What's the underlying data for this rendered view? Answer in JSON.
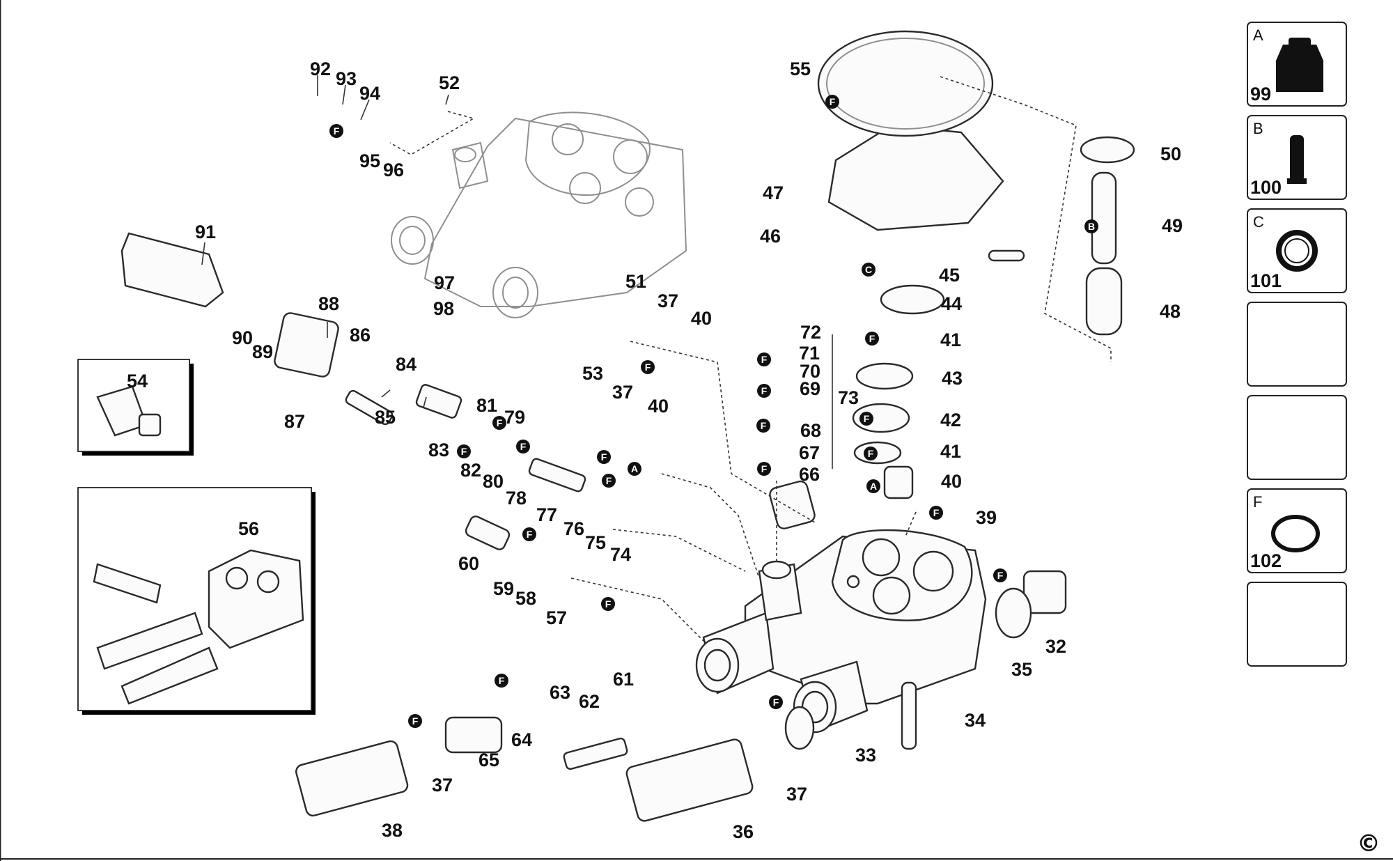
{
  "callouts": [
    {
      "t": "92"
    },
    {
      "t": "93"
    },
    {
      "t": "94"
    },
    {
      "t": "52"
    },
    {
      "t": "95"
    },
    {
      "t": "96"
    },
    {
      "t": "91"
    },
    {
      "t": "97"
    },
    {
      "t": "98"
    },
    {
      "t": "88"
    },
    {
      "t": "90"
    },
    {
      "t": "89"
    },
    {
      "t": "86"
    },
    {
      "t": "87"
    },
    {
      "t": "84"
    },
    {
      "t": "85"
    },
    {
      "t": "54"
    },
    {
      "t": "83"
    },
    {
      "t": "82"
    },
    {
      "t": "81"
    },
    {
      "t": "80"
    },
    {
      "t": "79"
    },
    {
      "t": "78"
    },
    {
      "t": "77"
    },
    {
      "t": "76"
    },
    {
      "t": "75"
    },
    {
      "t": "74"
    },
    {
      "t": "56"
    },
    {
      "t": "60"
    },
    {
      "t": "59"
    },
    {
      "t": "58"
    },
    {
      "t": "57"
    },
    {
      "t": "61"
    },
    {
      "t": "62"
    },
    {
      "t": "63"
    },
    {
      "t": "64"
    },
    {
      "t": "65"
    },
    {
      "t": "37"
    },
    {
      "t": "38"
    },
    {
      "t": "51"
    },
    {
      "t": "37"
    },
    {
      "t": "40"
    },
    {
      "t": "53"
    },
    {
      "t": "37"
    },
    {
      "t": "40"
    },
    {
      "t": "72"
    },
    {
      "t": "71"
    },
    {
      "t": "70"
    },
    {
      "t": "69"
    },
    {
      "t": "73"
    },
    {
      "t": "68"
    },
    {
      "t": "67"
    },
    {
      "t": "66"
    },
    {
      "t": "55"
    },
    {
      "t": "47"
    },
    {
      "t": "46"
    },
    {
      "t": "45"
    },
    {
      "t": "44"
    },
    {
      "t": "41"
    },
    {
      "t": "43"
    },
    {
      "t": "42"
    },
    {
      "t": "41"
    },
    {
      "t": "40"
    },
    {
      "t": "39"
    },
    {
      "t": "50"
    },
    {
      "t": "49"
    },
    {
      "t": "48"
    },
    {
      "t": "35"
    },
    {
      "t": "32"
    },
    {
      "t": "34"
    },
    {
      "t": "33"
    },
    {
      "t": "37"
    },
    {
      "t": "36"
    }
  ],
  "badges": [
    "F",
    "F",
    "F",
    "F",
    "F",
    "F",
    "F",
    "F",
    "F",
    "F",
    "F",
    "F",
    "F",
    "F",
    "F",
    "F",
    "F",
    "F",
    "F",
    "F",
    "F",
    "F",
    "C",
    "B",
    "A",
    "A"
  ],
  "kits": [
    {
      "letter": "A",
      "number": "99",
      "icon": "nozzle-icon"
    },
    {
      "letter": "B",
      "number": "100",
      "icon": "piston-icon"
    },
    {
      "letter": "C",
      "number": "101",
      "icon": "seal-ring-icon"
    },
    {
      "letter": "",
      "number": "",
      "icon": ""
    },
    {
      "letter": "",
      "number": "",
      "icon": ""
    },
    {
      "letter": "F",
      "number": "102",
      "icon": "o-ring-icon"
    },
    {
      "letter": "",
      "number": "",
      "icon": ""
    }
  ],
  "copyright": "©"
}
